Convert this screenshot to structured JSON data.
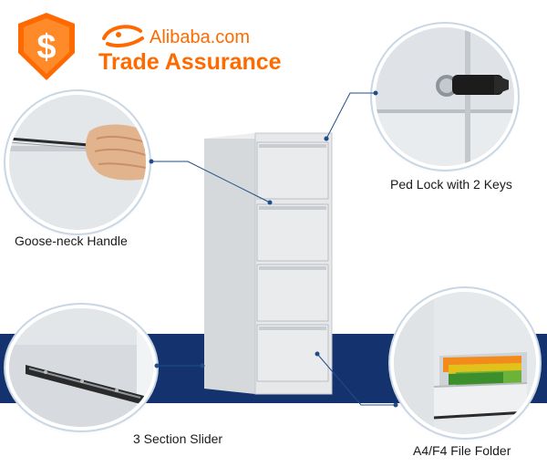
{
  "logo": {
    "brand": "Alibaba.com",
    "tagline": "Trade Assurance",
    "color": "#ff6a00"
  },
  "badge": {
    "symbol": "$",
    "color": "#ff6a00"
  },
  "band_color": "#14336e",
  "features": {
    "handle": {
      "label": "Goose-neck Handle",
      "icon": "goose-neck-handle-closeup"
    },
    "lock": {
      "label": "Ped Lock with 2 Keys",
      "icon": "lock-key-closeup"
    },
    "slider": {
      "label": "3 Section Slider",
      "icon": "drawer-slider-closeup"
    },
    "folder": {
      "label": "A4/F4 File Folder",
      "icon": "file-folder-drawer-closeup"
    }
  },
  "product": {
    "drawers": 4,
    "color": "#e6e8ea"
  }
}
